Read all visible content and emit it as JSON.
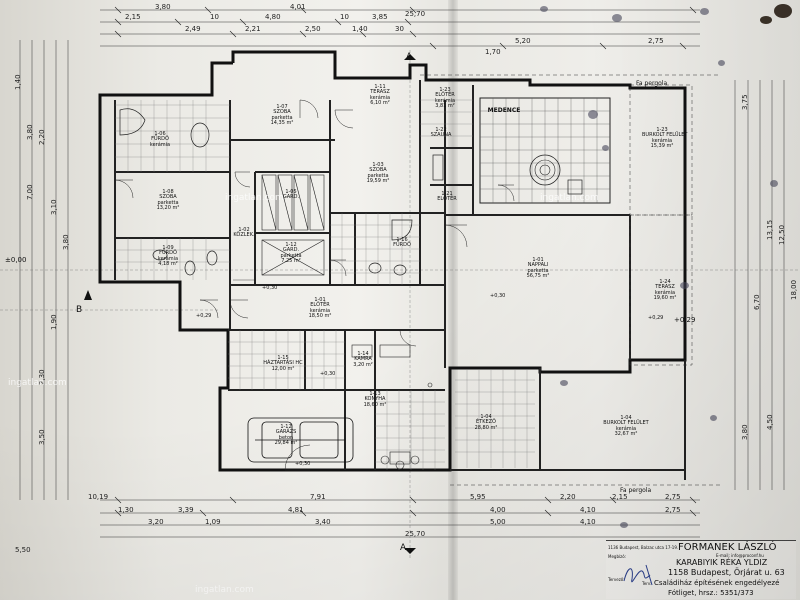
{
  "top_dims": {
    "row1": [
      "3,80",
      "4,01",
      "25,70"
    ],
    "row2": [
      "2,15",
      "10",
      "4,80",
      "10",
      "3,85"
    ],
    "row3": [
      "2,49",
      "2,21",
      "2,50",
      "1,40",
      "30"
    ],
    "row4": [
      "5,20",
      "2,75",
      "1,70"
    ]
  },
  "bottom_dims": {
    "row1": [
      "10,19",
      "7,91",
      "5,95",
      "2,20",
      "2,15",
      "2,75"
    ],
    "row2": [
      "1,30",
      "3,39",
      "4,81",
      "4,00",
      "4,10",
      "2,75"
    ],
    "row3": [
      "3,20",
      "1,09",
      "3,40",
      "5,00",
      "4,10"
    ],
    "total": "25,70",
    "left": "5,50"
  },
  "left_dims": [
    "1,40",
    "3,80",
    "2,20",
    "7,00",
    "3,10",
    "1,90",
    "2,30",
    "3,50",
    "3,80"
  ],
  "right_dims": [
    "3,75",
    "13,15",
    "6,70",
    "18,00",
    "3,80",
    "4,50",
    "12,50"
  ],
  "level_left": "±0,00",
  "level_right": "+0,29",
  "section_a": "A",
  "section_b": "B",
  "pergola_top": "Fa pergola",
  "pergola_bottom": "Fa pergola",
  "rooms": [
    {
      "name": "1-07\nSZOBA\nparketta\n14,35 m²"
    },
    {
      "name": "1-11\nTERASZ\nkerámia\n6,10 m²"
    },
    {
      "name": "1-23\nELŐTÉR\nkerámia\n3,81 m²"
    },
    {
      "name": "MEDENCE"
    },
    {
      "name": "1-23\nBURKOLT FELÜLET\nkerámia\n15,39 m²"
    },
    {
      "name": "1-06\nFÜRDŐ\nkerámia"
    },
    {
      "name": "1-03\nSZOBA\nparketta\n19,59 m²"
    },
    {
      "name": "1-22\nSZAUNA"
    },
    {
      "name": "1-08\nSZOBA\nparketta\n13,20 m²"
    },
    {
      "name": "1-05\nGARD."
    },
    {
      "name": "1-21\nELŐTÉR"
    },
    {
      "name": "1-02\nKÖZLEK."
    },
    {
      "name": "1-12\nGARD.\nparketta\n7,25 m²"
    },
    {
      "name": "1-16\nFÜRDŐ"
    },
    {
      "name": "1-09\nFÜRDŐ\nkerámia\n4,18 m²"
    },
    {
      "name": "1-01\nELŐTÉR\nkerámia\n18,50 m²"
    },
    {
      "name": "1-01\nNAPPALI\nparketta\n56,75 m²"
    },
    {
      "name": "1-24\nTERASZ\nkerámia\n19,60 m²"
    },
    {
      "name": "1-15\nHÁZTARTÁSI HC\n12,00 m²"
    },
    {
      "name": "1-14\nKAMRA\n3,20 m²"
    },
    {
      "name": "1-12\nGARÁZS\nbeton\n29,84 m²"
    },
    {
      "name": "1-13\nKONYHA\n18,60 m²"
    },
    {
      "name": "1-04\nÉTKEZŐ\n28,80 m²"
    },
    {
      "name": "1-04\nBURKOLT FELÜLET\nkerámia\n32,67 m²"
    }
  ],
  "spot_levels": [
    "+0,30",
    "+0,30",
    "+0,29",
    "+0,29",
    "+0,30",
    "+0,30"
  ],
  "title_block": {
    "company_small": "1136 Budapest, Balzac utca 17-19.",
    "company_email": "E-mail: info@proconf.hu",
    "architect": "FORMANEK LÁSZLÓ",
    "client_label": "Megbízó:",
    "client": "KARABIYIK RÉKA YLDIZ",
    "address": "1158 Budapest, Örjárat u. 63",
    "designer_label": "Tervező:",
    "project_label": "Terv:",
    "project": "Családiház építésének engedélyezé",
    "parcel": "Fótliget, hrsz.: 5351/373"
  },
  "watermarks": [
    "ingatlan.com",
    "ingatlan.com",
    "ingatlan.com",
    "ingatlan.com"
  ]
}
